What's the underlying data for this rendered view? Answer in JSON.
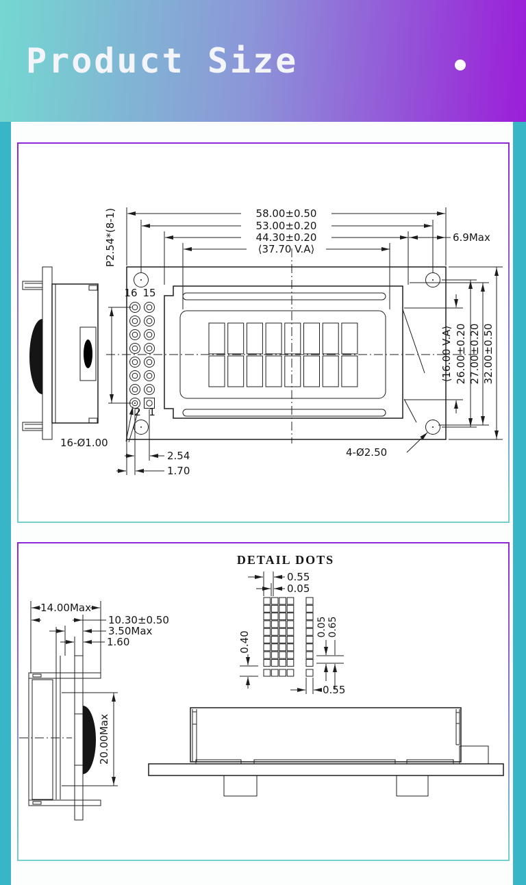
{
  "header": {
    "title": "Product Size"
  },
  "panel1": {
    "top": [
      "58.00±0.50",
      "53.00±0.20",
      "44.30±0.20",
      "⟨37.70 V.A⟩"
    ],
    "offset": "6.9Max",
    "pitch": "P2.54*(8-1)",
    "pins": [
      "16",
      "15",
      "2",
      "1"
    ],
    "pin_hole": "16-Ø1.00",
    "pin_gap": "2.54",
    "pin_edge": "1.70",
    "mount_hole": "4-Ø2.50",
    "right": [
      "⟨16.00 V.A⟩",
      "26.00±0.20",
      "27.00±0.20",
      "32.00±0.50"
    ]
  },
  "panel2": {
    "title": "DETAIL DOTS",
    "dot_w": "0.55",
    "dot_gap": "0.05",
    "row_h": "0.40",
    "gap_v": "0.05",
    "dot_h": "0.65",
    "col_w": "0.55",
    "width_max": "14.00Max",
    "width_pcb": "10.30±0.50",
    "thick_max": "3.50Max",
    "thick_glass": "1.60",
    "height_max": "20.00Max"
  }
}
